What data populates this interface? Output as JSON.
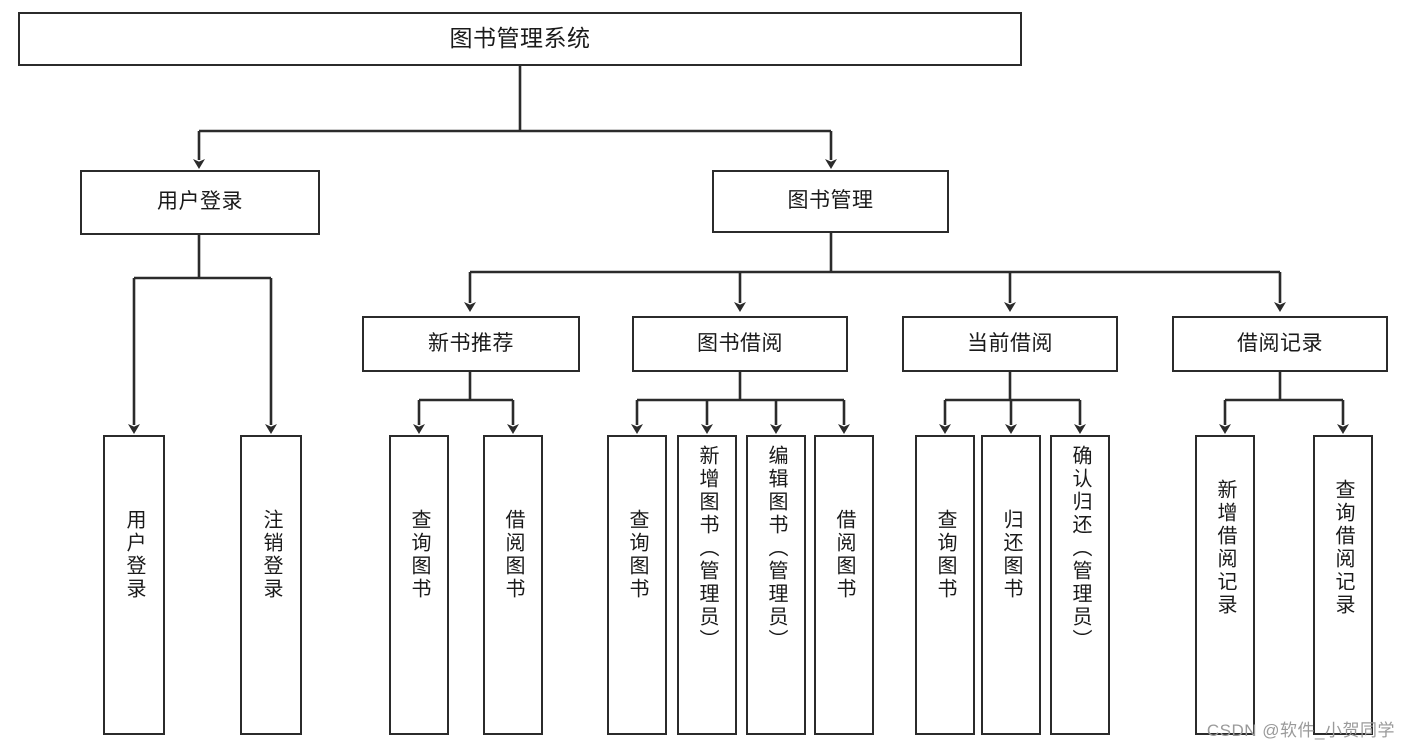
{
  "diagram": {
    "type": "tree-hierarchy-chart",
    "title": "图书管理系统",
    "watermark": "CSDN @软件_小贺同学",
    "colors": {
      "stroke": "#2b2b2b",
      "fill": "#ffffff",
      "text": "#1a1a1a",
      "watermark": "#9a9a9a"
    },
    "nodes": {
      "root": {
        "label": "图书管理系统"
      },
      "level2": [
        {
          "label": "用户登录"
        },
        {
          "label": "图书管理"
        }
      ],
      "level3": [
        {
          "label": "新书推荐"
        },
        {
          "label": "图书借阅"
        },
        {
          "label": "当前借阅"
        },
        {
          "label": "借阅记录"
        }
      ],
      "leaves": {
        "user_login": [
          {
            "label": "用户登录"
          },
          {
            "label": "注销登录"
          }
        ],
        "new_book_recommend": [
          {
            "label": "查询图书"
          },
          {
            "label": "借阅图书"
          }
        ],
        "book_borrow": [
          {
            "label": "查询图书"
          },
          {
            "label": "新增图书（管理员）"
          },
          {
            "label": "编辑图书（管理员）"
          },
          {
            "label": "借阅图书"
          }
        ],
        "current_borrow": [
          {
            "label": "查询图书"
          },
          {
            "label": "归还图书"
          },
          {
            "label": "确认归还（管理员）"
          }
        ],
        "borrow_record": [
          {
            "label": "新增借阅记录"
          },
          {
            "label": "查询借阅记录"
          }
        ]
      }
    }
  }
}
